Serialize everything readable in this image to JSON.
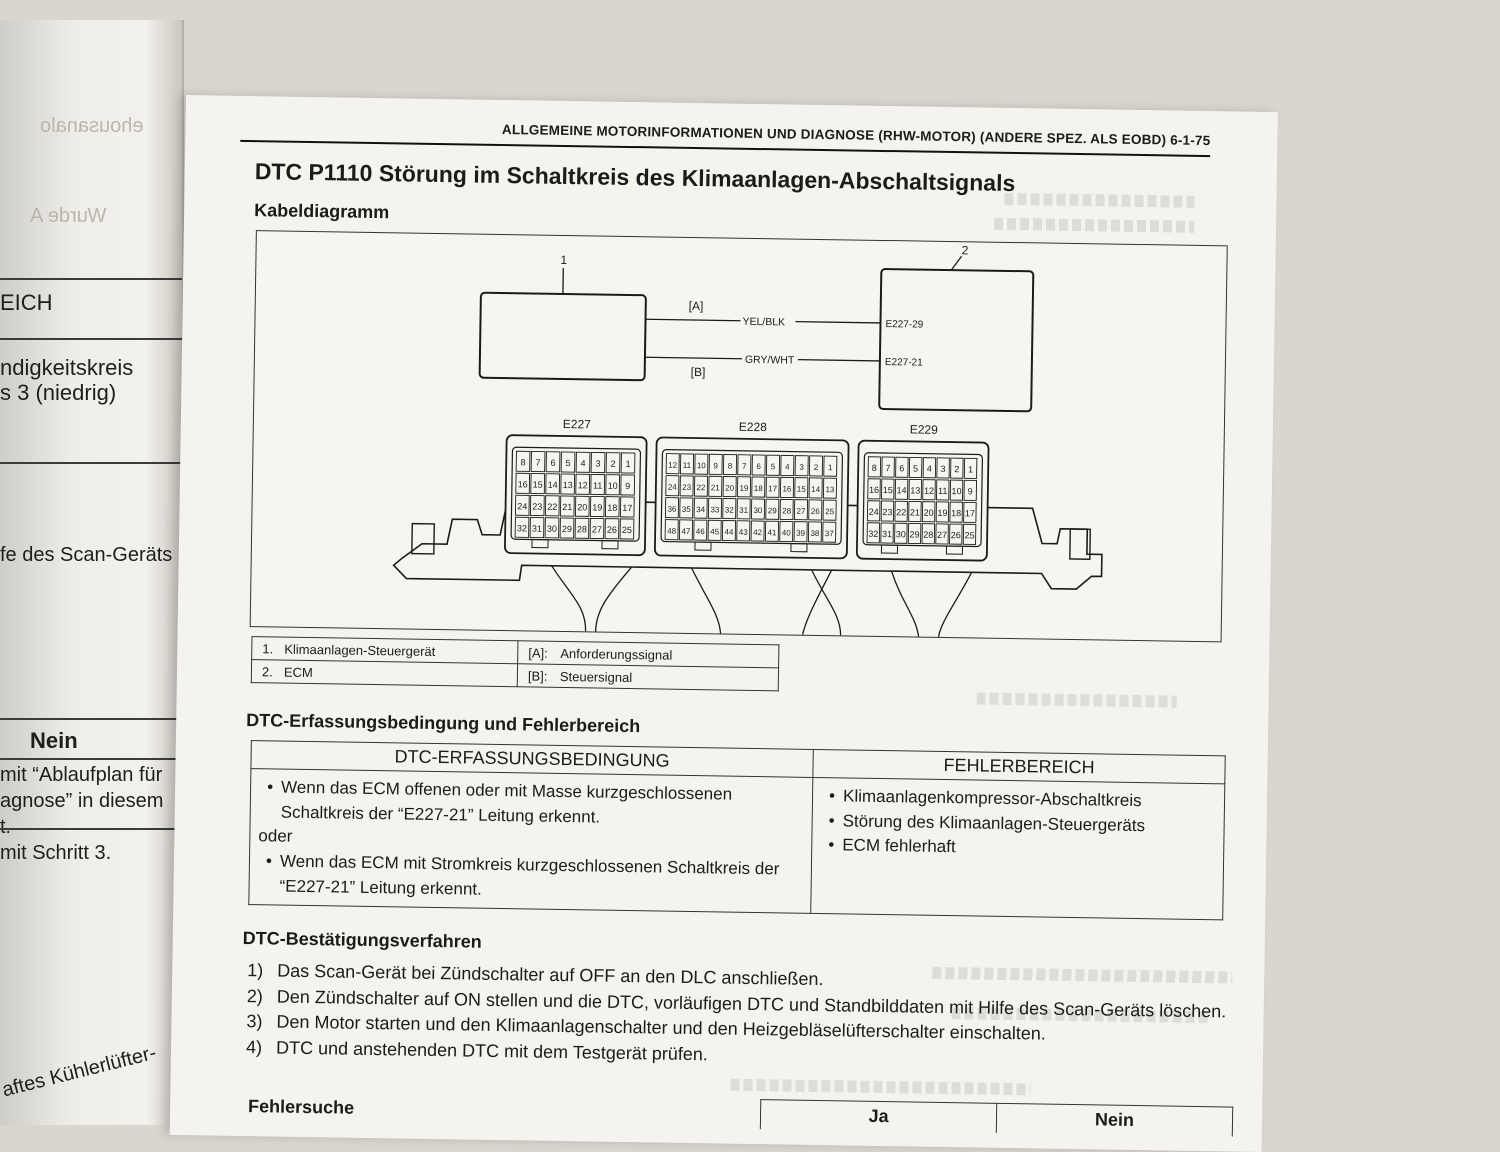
{
  "left_page": {
    "fragments": [
      "EICH",
      "ndigkeitskreis",
      "s 3 (niedrig)",
      "fe des Scan-Geräts",
      "Nein",
      "mit “Ablaufplan für",
      "agnose” in diesem",
      "t.",
      "mit Schritt 3.",
      "aftes Kühlerlüfter-"
    ]
  },
  "running_head": "ALLGEMEINE MOTORINFORMATIONEN UND DIAGNOSE (RHW-MOTOR) (ANDERE SPEZ. ALS EOBD) 6-1-75",
  "title": "DTC P1110 Störung im Schaltkreis des Klimaanlagen-Abschaltsignals",
  "wiring": {
    "heading": "Kabeldiagramm",
    "component_1_num": "1",
    "component_2_num": "2",
    "signal_a_tag": "[A]",
    "signal_b_tag": "[B]",
    "wire_a": "YEL/BLK",
    "wire_b": "GRY/WHT",
    "pin_a": "E227-29",
    "pin_b": "E227-21",
    "connectors": [
      {
        "name": "E227",
        "rows": [
          [
            "8",
            "7",
            "6",
            "5",
            "4",
            "3",
            "2",
            "1"
          ],
          [
            "16",
            "15",
            "14",
            "13",
            "12",
            "11",
            "10",
            "9"
          ],
          [
            "24",
            "23",
            "22",
            "21",
            "20",
            "19",
            "18",
            "17"
          ],
          [
            "32",
            "31",
            "30",
            "29",
            "28",
            "27",
            "26",
            "25"
          ]
        ]
      },
      {
        "name": "E228",
        "rows": [
          [
            "12",
            "11",
            "10",
            "9",
            "8",
            "7",
            "6",
            "5",
            "4",
            "3",
            "2",
            "1"
          ],
          [
            "24",
            "23",
            "22",
            "21",
            "20",
            "19",
            "18",
            "17",
            "16",
            "15",
            "14",
            "13"
          ],
          [
            "36",
            "35",
            "34",
            "33",
            "32",
            "31",
            "30",
            "29",
            "28",
            "27",
            "26",
            "25"
          ],
          [
            "48",
            "47",
            "46",
            "45",
            "44",
            "43",
            "42",
            "41",
            "40",
            "39",
            "38",
            "37"
          ]
        ]
      },
      {
        "name": "E229",
        "rows": [
          [
            "8",
            "7",
            "6",
            "5",
            "4",
            "3",
            "2",
            "1"
          ],
          [
            "16",
            "15",
            "14",
            "13",
            "12",
            "11",
            "10",
            "9"
          ],
          [
            "24",
            "23",
            "22",
            "21",
            "20",
            "19",
            "18",
            "17"
          ],
          [
            "32",
            "31",
            "30",
            "29",
            "28",
            "27",
            "26",
            "25"
          ]
        ]
      }
    ]
  },
  "legend": {
    "rows": [
      {
        "num": "1.",
        "component": "Klimaanlagen-Steuergerät",
        "tag": "[A]:",
        "signal": "Anforderungssignal"
      },
      {
        "num": "2.",
        "component": "ECM",
        "tag": "[B]:",
        "signal": "Steuersignal"
      }
    ]
  },
  "detection": {
    "heading": "DTC-Erfassungsbedingung und Fehlerbereich",
    "col_condition": "DTC-ERFASSUNGSBEDINGUNG",
    "col_area": "FEHLERBEREICH",
    "condition_1": "Wenn das ECM offenen oder mit Masse kurzgeschlossenen Schaltkreis der “E227-21” Leitung erkennt.",
    "or_text": "oder",
    "condition_2": "Wenn das ECM mit Stromkreis kurzgeschlossenen Schaltkreis der “E227-21” Leitung erkennt.",
    "areas": [
      "Klimaanlagenkompressor-Abschaltkreis",
      "Störung des Klimaanlagen-Steuergeräts",
      "ECM fehlerhaft"
    ]
  },
  "confirmation": {
    "heading": "DTC-Bestätigungsverfahren",
    "steps": [
      {
        "num": "1)",
        "text": "Das Scan-Gerät bei Zündschalter auf OFF an den DLC anschließen."
      },
      {
        "num": "2)",
        "text": "Den Zündschalter auf ON stellen und die DTC, vorläufigen DTC und Standbilddaten mit Hilfe des Scan-Geräts löschen."
      },
      {
        "num": "3)",
        "text": "Den Motor starten und den Klimaanlagenschalter und den Heizgebläselüfterschalter einschalten."
      },
      {
        "num": "4)",
        "text": "DTC und anstehenden DTC mit dem Testgerät prüfen."
      }
    ]
  },
  "troubleshooting": {
    "heading": "Fehlersuche",
    "col_yes": "Ja",
    "col_no": "Nein"
  }
}
